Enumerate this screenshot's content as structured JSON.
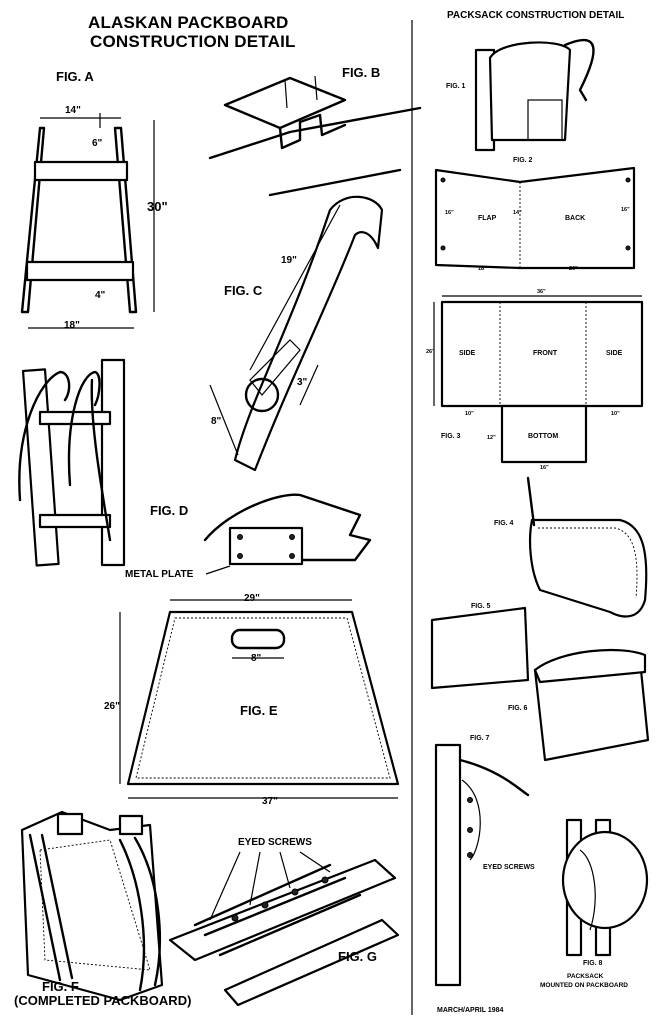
{
  "left": {
    "title_line1": "ALASKAN PACKBOARD",
    "title_line2": "CONSTRUCTION DETAIL",
    "fig_a": "FIG. A",
    "fig_b": "FIG. B",
    "fig_c": "FIG. C",
    "fig_d": "FIG. D",
    "fig_e": "FIG. E",
    "fig_f_line1": "FIG. F",
    "fig_f_line2": "(COMPLETED PACKBOARD)",
    "fig_g": "FIG. G",
    "dims_a": {
      "top": "14\"",
      "upper": "6\"",
      "height": "30\"",
      "lower": "4\"",
      "bottom": "18\""
    },
    "dims_c": {
      "strap": "19\"",
      "loop": "8\"",
      "buckle": "3\""
    },
    "metal_plate": "METAL PLATE",
    "dims_e": {
      "top": "29\"",
      "handle": "8\"",
      "height": "26\"",
      "bottom": "37\""
    },
    "eyed_screws": "EYED SCREWS"
  },
  "right": {
    "title": "PACKSACK CONSTRUCTION DETAIL",
    "fig1": "FIG. 1",
    "fig2": "FIG. 2",
    "fig2_dims": {
      "left": "16\"",
      "mid": "14\"",
      "right": "16\"",
      "bottom_left": "18\"",
      "bottom_right": "26\""
    },
    "flap": "FLAP",
    "back": "BACK",
    "fig3": "FIG. 3",
    "fig3_dims": {
      "top": "36\"",
      "left": "26\"",
      "bl": "10\"",
      "br": "10\"",
      "bottom_h": "12\"",
      "bottom_w": "16\""
    },
    "side_left": "SIDE",
    "front": "FRONT",
    "side_right": "SIDE",
    "bottom": "BOTTOM",
    "fig4": "FIG. 4",
    "fig5": "FIG. 5",
    "fig6": "FIG. 6",
    "fig7": "FIG. 7",
    "eyed_screws": "EYED SCREWS",
    "fig8": "FIG. 8",
    "fig8_cap1": "PACKSACK",
    "fig8_cap2": "MOUNTED ON PACKBOARD",
    "footer": "MARCH/APRIL 1984"
  }
}
